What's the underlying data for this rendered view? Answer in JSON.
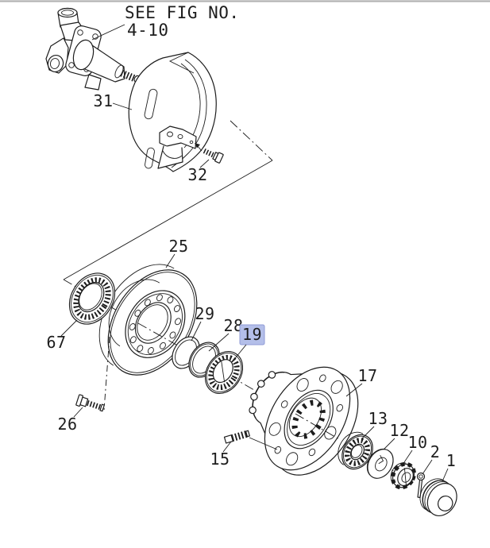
{
  "diagram": {
    "title_note": {
      "line1": "SEE FIG NO.",
      "line2": "4-10"
    },
    "selected_part": "19",
    "highlight": {
      "fill": "#b4bfe9",
      "border": "#8f9bd6",
      "text": "#5f6c78"
    },
    "colors": {
      "line": "#1d1d1d",
      "background": "#ffffff",
      "top_border": "#b2b2b2"
    },
    "parts": {
      "p1": "1",
      "p2": "2",
      "p10": "10",
      "p12": "12",
      "p13": "13",
      "p15": "15",
      "p17": "17",
      "p19": "19",
      "p25": "25",
      "p26": "26",
      "p28": "28",
      "p29": "29",
      "p31": "31",
      "p32": "32",
      "p67": "67"
    }
  }
}
